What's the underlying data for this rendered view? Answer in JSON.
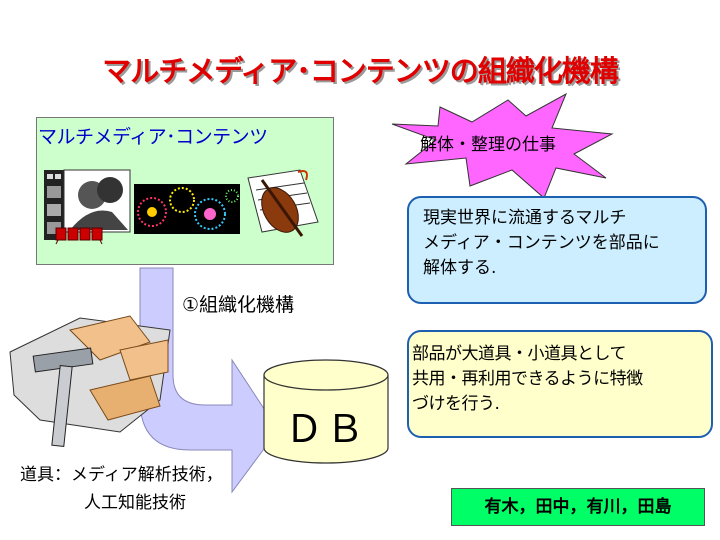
{
  "title": "マルチメディア･コンテンツの組織化機構",
  "multimedia_box": {
    "label": "マルチメディア･コンテンツ"
  },
  "burst": {
    "label": "解体・整理の仕事"
  },
  "blue_box": {
    "lines": [
      "現実世界に流通するマルチ",
      "メディア・コンテンツを部品に",
      "解体する."
    ]
  },
  "organization_label": "①組織化機構",
  "db_label": "ＤＢ",
  "yellow_box": {
    "lines": [
      "部品が大道具・小道具として",
      "共用・再利用できるように特徴",
      "づけを行う."
    ]
  },
  "tools": {
    "line1": "道具：メディア解析技術，",
    "line2": "人工知能技術"
  },
  "authors": "有木，田中，有川，田島",
  "colors": {
    "title": "#e00000",
    "mm_box": "#ccffcc",
    "mm_label": "#0000cc",
    "arrow": "#ccccff",
    "blue_box": "#cceeff",
    "yellow_box": "#ffffcc",
    "author_box": "#00ff66",
    "burst": "#ff66ff"
  },
  "icons": [
    "film-reel-icon",
    "couple-photo-icon",
    "theater-seats-icon",
    "fireworks-icon",
    "violin-icon",
    "hammer-icon",
    "wood-planks-icon",
    "database-cylinder-icon",
    "burst-star-icon"
  ]
}
